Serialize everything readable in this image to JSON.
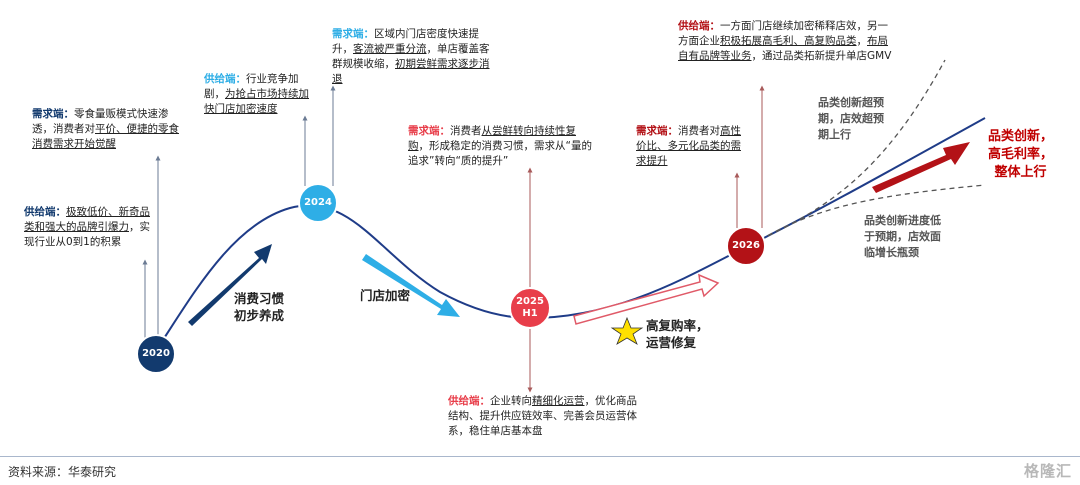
{
  "nodes": [
    {
      "id": "2020",
      "label": "2020",
      "color": "#123a6e"
    },
    {
      "id": "2024",
      "label": "2024",
      "color": "#2eaee6"
    },
    {
      "id": "2025h1",
      "label": "2025\nH1",
      "color": "#e83e4a"
    },
    {
      "id": "2026",
      "label": "2026",
      "color": "#b31217"
    }
  ],
  "boxes": {
    "b2020_supply": {
      "head": "供给端：",
      "body_u": "极致低价、新奇品类和强大的品牌引爆力",
      "body": "，实现行业从0到1的积累",
      "head_color": "#123a6e"
    },
    "b2020_demand": {
      "head": "需求端：",
      "body": "零食量贩模式快速渗透，消费者对",
      "body_u": "平价、便捷的零食消费需求开始觉醒",
      "head_color": "#123a6e"
    },
    "b2024_supply": {
      "head": "供给端：",
      "body": "行业竞争加剧，",
      "body_u": "为抢占市场持续加快门店加密速度",
      "head_color": "#2eaee6"
    },
    "b2024_demand": {
      "head": "需求端：",
      "body": "区域内门店密度快速提升，",
      "body_u": "客流被严重分流",
      "body2": "，单店覆盖客群规模收缩，",
      "body_u2": "初期尝鲜需求逐步消退",
      "head_color": "#2eaee6"
    },
    "b2025_demand": {
      "head": "需求端：",
      "body": "消费者",
      "body_u": "从尝鲜转向持续性复购",
      "body2": "，形成稳定的消费习惯，需求从“量的追求”转向“质的提升”",
      "head_color": "#e83e4a"
    },
    "b2025_supply": {
      "head": "供给端：",
      "body": "企业转向",
      "body_u": "精细化运营",
      "body2": "，优化商品结构、提升供应链效率、完善会员运营体系，稳住单店基本盘",
      "head_color": "#e83e4a"
    },
    "b2026_demand": {
      "head": "需求端：",
      "body": "消费者对",
      "body_u": "高性价比、多元化品类的需求提升",
      "head_color": "#b31217"
    },
    "b2026_supply": {
      "head": "供给端：",
      "body": "一方面门店继续加密稀释店效，另一方面企业",
      "body_u": "积极拓展高毛利、高复购品类",
      "body2": "，",
      "body_u2": "布局自有品牌等业务",
      "body3": "，通过品类拓新提升单店GMV",
      "head_color": "#b31217"
    }
  },
  "arrow_labels": {
    "a1": "消费习惯\n初步养成",
    "a2": "门店加密",
    "a3": "高复购率，\n运营修复"
  },
  "outcomes": {
    "upper": "品类创新超预\n期，店效超预\n期上行",
    "lower": "品类创新进度低\n于预期，店效面\n临增长瓶颈",
    "main": "品类创新，\n高毛利率，\n整体上行"
  },
  "footer": {
    "source": "资料来源：华泰研究",
    "watermark": "格隆汇"
  }
}
